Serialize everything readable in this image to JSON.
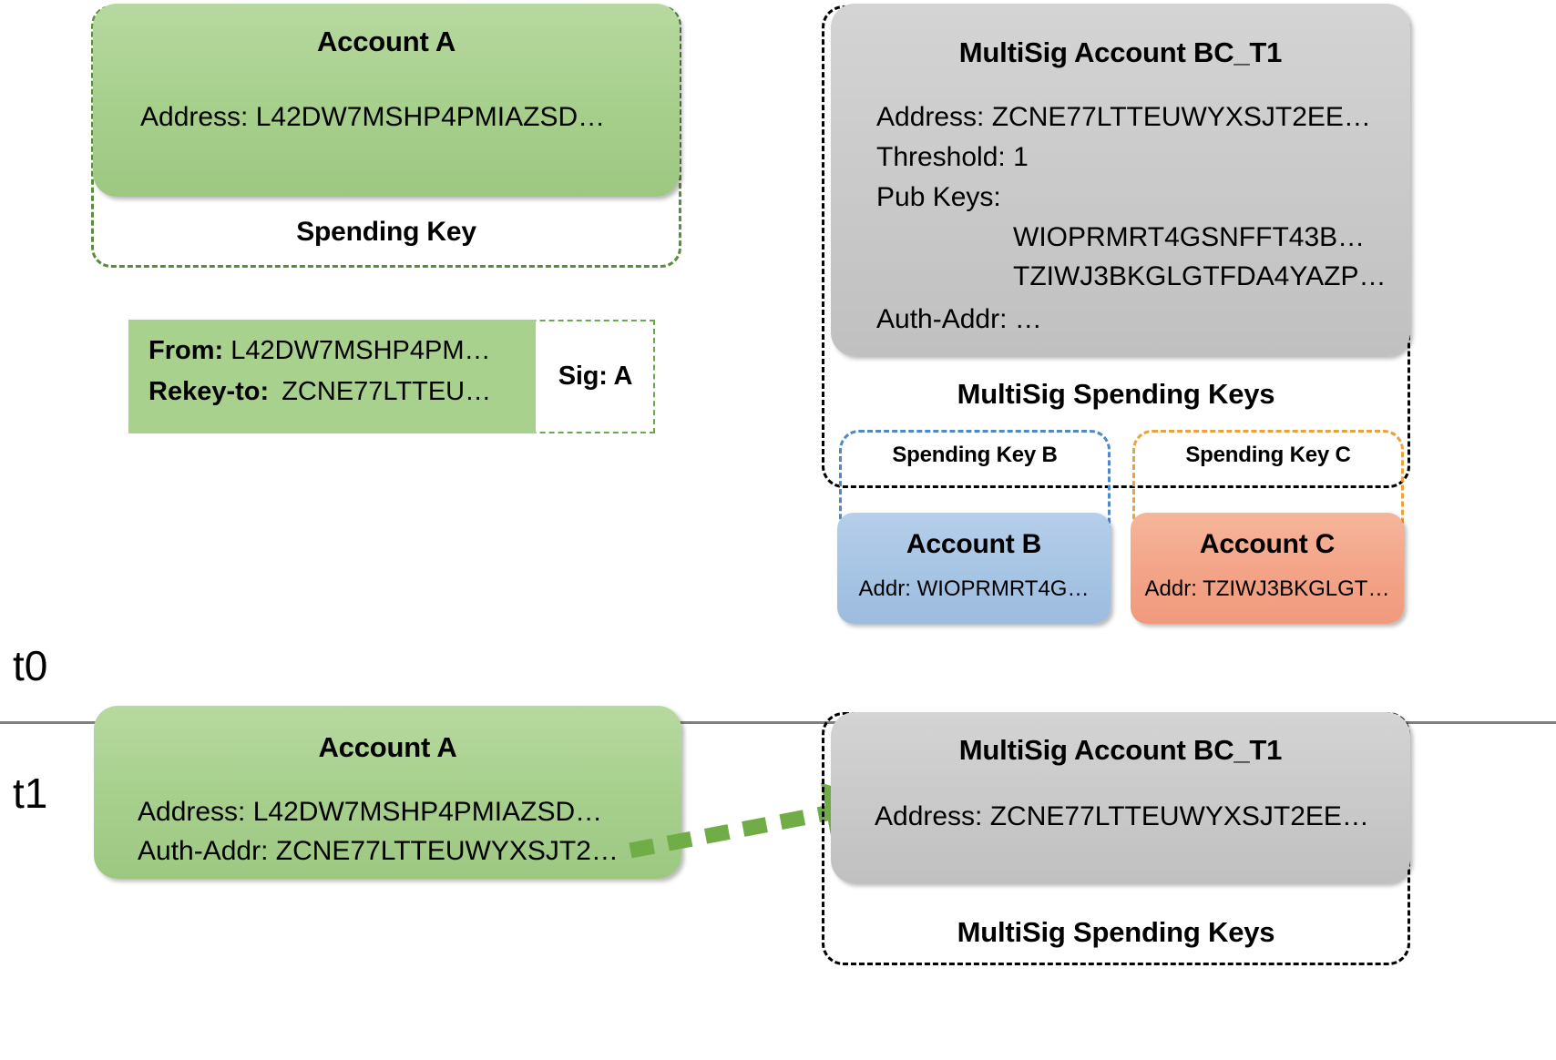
{
  "diagram": {
    "title_t0": "t0",
    "title_t1": "t1",
    "colors": {
      "green": "#A9D18E",
      "gray": "#C9C9C9",
      "blue": "#A6C4E4",
      "orange": "#F3A387",
      "green_dash": "#5B8C3E",
      "blue_dash": "#4E88C7",
      "orange_dash": "#E8A33D",
      "black_dash": "#000000",
      "arrow": "#70AD47",
      "divider": "#808080"
    }
  },
  "t0": {
    "label": "t0",
    "account_a": {
      "title": "Account A",
      "address_line": "Address: L42DW7MSHP4PMIAZSD…",
      "spending_key_label": "Spending Key"
    },
    "transaction": {
      "from_label": "From:",
      "from_value": "L42DW7MSHP4PM…",
      "rekey_label": "Rekey-to:",
      "rekey_value": "ZCNE77LTTEU…",
      "sig_label": "Sig: A"
    },
    "multisig": {
      "title": "MultiSig Account BC_T1",
      "address_line": "Address: ZCNE77LTTEUWYXSJT2EE…",
      "threshold_line": "Threshold: 1",
      "pubkeys_label": "Pub Keys:",
      "pubkeys": [
        "WIOPRMRT4GSNFFT43B…",
        "TZIWJ3BKGLGTFDA4YAZP…"
      ],
      "auth_addr_line": "Auth-Addr: …",
      "spending_keys_label": "MultiSig Spending Keys",
      "spending_key_b_label": "Spending Key B",
      "spending_key_c_label": "Spending Key C"
    },
    "account_b": {
      "title": "Account B",
      "address_line": "Addr: WIOPRMRT4G…"
    },
    "account_c": {
      "title": "Account C",
      "address_line": "Addr: TZIWJ3BKGLGT…"
    }
  },
  "t1": {
    "label": "t1",
    "account_a": {
      "title": "Account A",
      "address_line": "Address: L42DW7MSHP4PMIAZSD…",
      "auth_addr_line": "Auth-Addr: ZCNE77LTTEUWYXSJT2…"
    },
    "multisig": {
      "title": "MultiSig Account BC_T1",
      "address_line": "Address: ZCNE77LTTEUWYXSJT2EE…",
      "spending_keys_label": "MultiSig Spending Keys"
    }
  }
}
